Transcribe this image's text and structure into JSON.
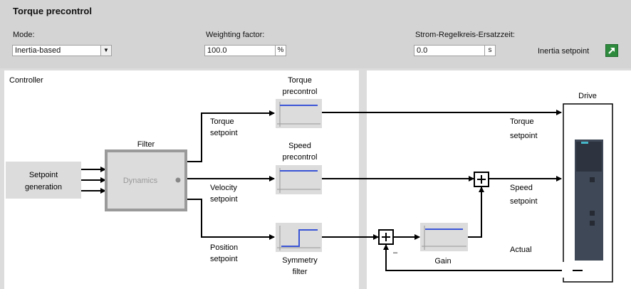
{
  "header": {
    "title": "Torque precontrol",
    "mode_label": "Mode:",
    "mode_value": "Inertia-based",
    "weight_label": "Weighting factor:",
    "weight_value": "100.0",
    "weight_unit": "%",
    "strom_label": "Strom-Regelkreis-Ersatzzeit:",
    "strom_value": "0.0",
    "strom_unit": "s",
    "inertia_label": "Inertia setpoint"
  },
  "diagram": {
    "controller_label": "Controller",
    "filter_label": "Filter",
    "dynamics_label": "Dynamics",
    "setpoint_gen_l1": "Setpoint",
    "setpoint_gen_l2": "generation",
    "torque_setpoint_l1": "Torque",
    "torque_setpoint_l2": "setpoint",
    "velocity_setpoint_l1": "Velocity",
    "velocity_setpoint_l2": "setpoint",
    "position_setpoint_l1": "Position",
    "position_setpoint_l2": "setpoint",
    "torque_precontrol_l1": "Torque",
    "torque_precontrol_l2": "precontrol",
    "speed_precontrol_l1": "Speed",
    "speed_precontrol_l2": "precontrol",
    "symmetry_l1": "Symmetry",
    "symmetry_l2": "filter",
    "gain_label": "Gain",
    "drive_label": "Drive",
    "out_torque_l1": "Torque",
    "out_torque_l2": "setpoint",
    "out_speed_l1": "Speed",
    "out_speed_l2": "setpoint",
    "actual_label": "Actual",
    "minus_sign": "–"
  }
}
